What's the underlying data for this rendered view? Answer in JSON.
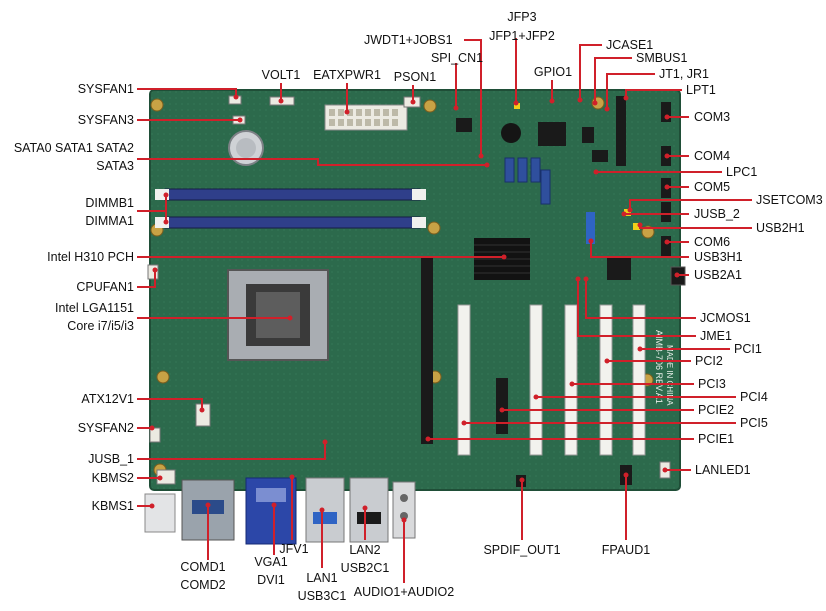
{
  "colors": {
    "board": "#2c6a4c",
    "board_dark": "#1f4e37",
    "dimm_slot": "#2f3f8a",
    "pci_slot": "#f2f2ee",
    "pcie_slot": "#1a1a1a",
    "connector_metal": "#c9ccd0",
    "vga_blue": "#2c47a8",
    "leader_line": "#d0202a",
    "text": "#111111"
  },
  "labels": {
    "sysfan1": "SYSFAN1",
    "sysfan3": "SYSFAN3",
    "sata": "SATA0 SATA1 SATA2",
    "sata3": "SATA3",
    "dimmb1": "DIMMB1",
    "dimma1": "DIMMA1",
    "pch": "Intel H310 PCH",
    "cpufan1": "CPUFAN1",
    "cpu_socket": "Intel LGA1151",
    "cpu_core": "Core i7/i5/i3",
    "atx12v1": "ATX12V1",
    "sysfan2": "SYSFAN2",
    "jusb1": "JUSB_1",
    "kbms2": "KBMS2",
    "kbms1": "KBMS1",
    "volt1": "VOLT1",
    "eatxpwr1": "EATXPWR1",
    "pson1": "PSON1",
    "jwdt1": "JWDT1+JOBS1",
    "spi_cn1": "SPI_CN1",
    "jfp3": "JFP3",
    "jfp1": "JFP1+JFP2",
    "gpio1": "GPIO1",
    "jcase1": "JCASE1",
    "smbus1": "SMBUS1",
    "jt1": "JT1, JR1",
    "lpt1": "LPT1",
    "com3": "COM3",
    "com4": "COM4",
    "lpc1": "LPC1",
    "com5": "COM5",
    "jsetcom3": "JSETCOM3",
    "jusb2": "JUSB_2",
    "usb2h1": "USB2H1",
    "com6": "COM6",
    "usb3h1": "USB3H1",
    "usb2a1": "USB2A1",
    "jcmos1": "JCMOS1",
    "jme1": "JME1",
    "pci1": "PCI1",
    "pci2": "PCI2",
    "pci3": "PCI3",
    "pci4": "PCI4",
    "pcie2": "PCIE2",
    "pci5": "PCI5",
    "pcie1": "PCIE1",
    "lanled1": "LANLED1",
    "comd1": "COMD1",
    "comd2": "COMD2",
    "vga1": "VGA1",
    "dvi1": "DVI1",
    "jfv1": "JFV1",
    "lan1": "LAN1",
    "usb3c1": "USB3C1",
    "lan2": "LAN2",
    "usb2c1": "USB2C1",
    "audio": "AUDIO1+AUDIO2",
    "spdif": "SPDIF_OUT1",
    "fpaud1": "FPAUD1"
  },
  "silkscreen": {
    "model": "AIMB-706 REV.A1",
    "made_in": "MADE IN CHINA"
  }
}
